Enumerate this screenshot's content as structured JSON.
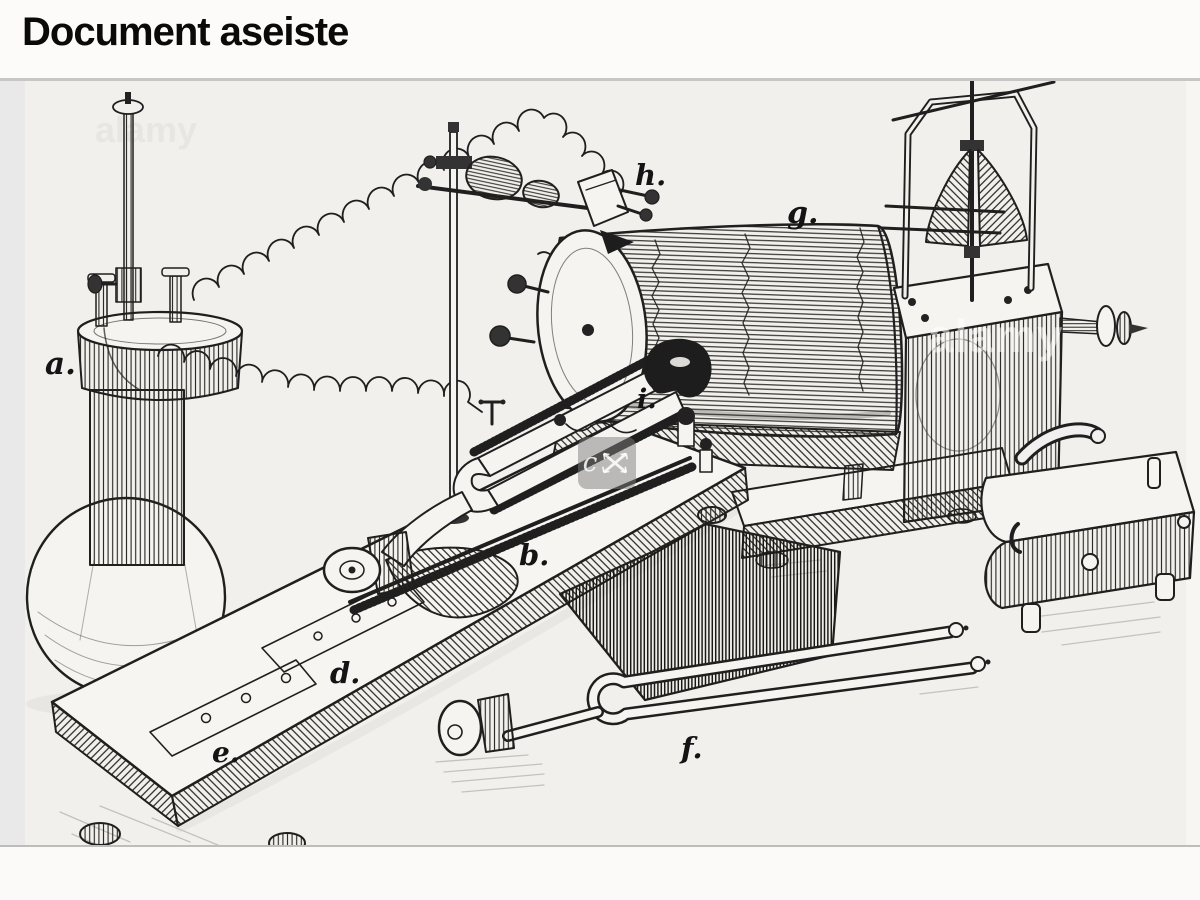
{
  "header": {
    "title": "Document aseiste"
  },
  "figure": {
    "labels": [
      {
        "id": "a",
        "text": "a."
      },
      {
        "id": "b",
        "text": "b."
      },
      {
        "id": "d",
        "text": "d."
      },
      {
        "id": "e",
        "text": "e."
      },
      {
        "id": "f",
        "text": "f."
      },
      {
        "id": "g",
        "text": "g."
      },
      {
        "id": "h",
        "text": "h."
      },
      {
        "id": "i",
        "text": "i."
      }
    ],
    "watermark": {
      "brand": "alamy",
      "center_glyph": "c"
    }
  },
  "colors": {
    "page_bg": "#fcfbf9",
    "canvas_bg": "#f2f0ec",
    "left_strip": "#e9e9e9",
    "divider": "#c6c6c4",
    "ink": "#1f1f1f"
  }
}
